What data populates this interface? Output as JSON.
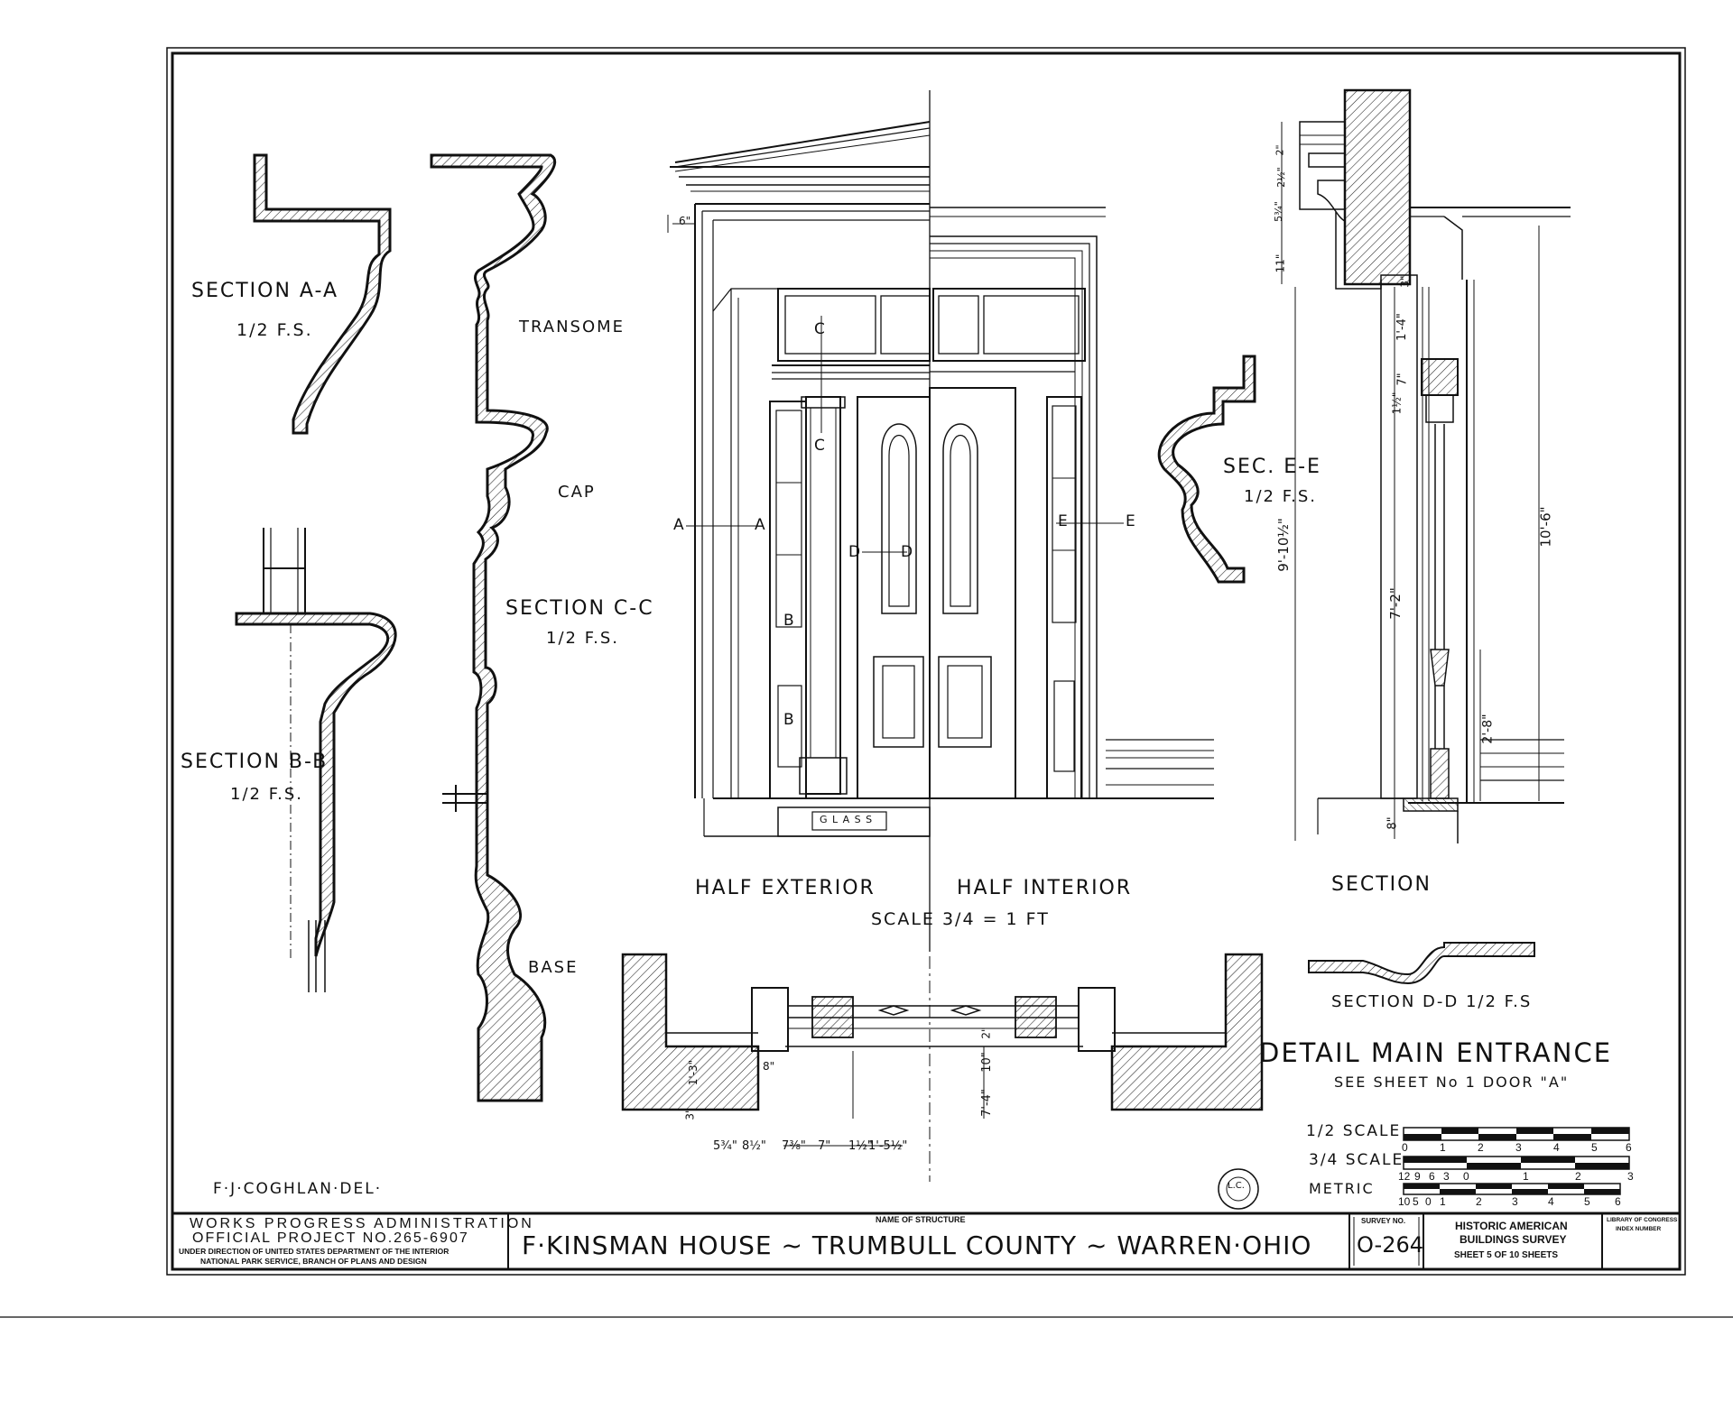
{
  "labels": {
    "section_aa": "SECTION A-A",
    "section_aa_scale": "1/2 F.S.",
    "transome": "TRANSOME",
    "cap": "CAP",
    "section_cc": "SECTION C-C",
    "section_cc_scale": "1/2 F.S.",
    "section_bb": "SECTION B-B",
    "section_bb_scale": "1/2 F.S.",
    "base": "BASE",
    "sec_ee": "SEC. E-E",
    "sec_ee_scale": "1/2 F.S.",
    "half_exterior": "HALF EXTERIOR",
    "half_interior": "HALF INTERIOR",
    "scale_main": "SCALE 3/4 = 1 FT",
    "section": "SECTION",
    "section_dd": "SECTION D-D 1/2 F.S",
    "detail_title": "DETAIL MAIN ENTRANCE",
    "see_sheet": "SEE SHEET No 1 DOOR \"A\"",
    "glass": "G L A S S",
    "half_scale": "1/2 SCALE",
    "three_quarter_scale": "3/4 SCALE",
    "metric": "METRIC",
    "delineator": "F·J·COGHLAN·DEL·",
    "stamp_text": "L.C."
  },
  "markers": {
    "a": "A",
    "b": "B",
    "c": "C",
    "d": "D",
    "e": "E"
  },
  "dimensions": {
    "d6": "6\"",
    "d3": "3\"",
    "d1_4": "1'-4\"",
    "d7": "7\"",
    "d1_half": "1½\"",
    "d9_10": "9'-10½\"",
    "d7_2": "7'-2\"",
    "d10_6": "10'-6\"",
    "d2_8": "2'-8\"",
    "d8": "8\"",
    "d11": "11\"",
    "d5_3_4": "5¾\"",
    "d2_half": "2½\"",
    "d2": "2\"",
    "p5_3_4": "5¾\"",
    "p8_1_2": "8½\"",
    "p7_3_8": "7⅜\"",
    "p7": "7\"",
    "p1_half": "1½\"",
    "p1_5": "1'-5½\"",
    "p10": "10\"",
    "p7_4": "7'-4\"",
    "p2": "2\"",
    "p3": "3\"",
    "p13": "1'-3\"",
    "p8": "8\""
  },
  "scale_ticks": {
    "half": [
      "0",
      "1",
      "2",
      "3",
      "4",
      "5",
      "6"
    ],
    "three_quarter": [
      "12",
      "9",
      "6",
      "3",
      "0",
      "1",
      "2",
      "3"
    ],
    "metric": [
      "10",
      "5",
      "0",
      "1",
      "2",
      "3",
      "4",
      "5",
      "6"
    ]
  },
  "title_block": {
    "agency_line1": "WORKS PROGRESS ADMINISTRATION",
    "agency_line2": "OFFICIAL PROJECT NO.265-6907",
    "agency_line3": "UNDER DIRECTION OF UNITED STATES DEPARTMENT OF THE INTERIOR",
    "agency_line4": "NATIONAL PARK SERVICE, BRANCH OF PLANS AND DESIGN",
    "name_of_structure_label": "NAME OF STRUCTURE",
    "structure_name": "F·KINSMAN HOUSE ~ TRUMBULL COUNTY ~ WARREN·OHIO",
    "survey_no_label": "SURVEY NO.",
    "survey_no": "O-264",
    "habs_line1": "HISTORIC AMERICAN",
    "habs_line2": "BUILDINGS SURVEY",
    "sheet_info": "SHEET 5 OF 10 SHEETS",
    "loc_line1": "LIBRARY OF CONGRESS",
    "loc_line2": "INDEX NUMBER"
  }
}
